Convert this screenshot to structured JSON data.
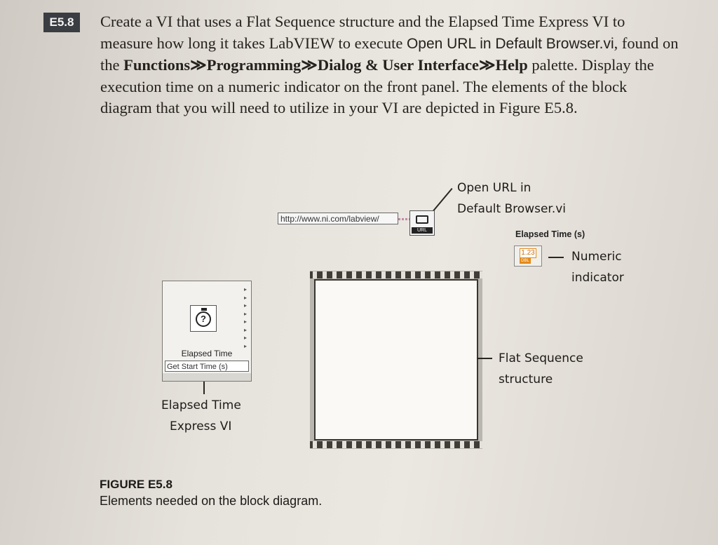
{
  "exercise": {
    "number": "E5.8",
    "text_1": "Create a VI that uses a Flat Sequence structure and the Elapsed Time Express VI to measure how long it takes LabVIEW to execute ",
    "vi_name": "Open URL in Default Browser.vi",
    "text_2": ", found on the ",
    "palette_path": "Functions≫Programming≫Dialog & User Interface≫Help",
    "text_3": " palette. Display the execution time on a numeric indicator on the front panel. The elements of the block diagram that you will need to utilize in your VI are depicted in Figure E5.8."
  },
  "figure": {
    "url_constant": "http://www.ni.com/labview/",
    "openurl_icon_tag": "URL",
    "label_openurl_line1": "Open URL in",
    "label_openurl_line2": "Default Browser.vi",
    "indicator_title": "Elapsed Time (s)",
    "indicator_value": "1.23",
    "indicator_type": "DBL",
    "label_indicator_line1": "Numeric",
    "label_indicator_line2": "indicator",
    "label_flatseq_line1": "Flat Sequence",
    "label_flatseq_line2": "structure",
    "express_title": "Elapsed Time",
    "express_terminal": "Get Start Time (s)",
    "express_glyph": "?",
    "label_express_line1": "Elapsed Time",
    "label_express_line2": "Express VI"
  },
  "caption": {
    "title": "FIGURE E5.8",
    "text": "Elements needed on the block diagram."
  },
  "colors": {
    "badge": "#3a3d42",
    "wire_string": "#c28aa6",
    "numeric_orange": "#e28a1a"
  }
}
